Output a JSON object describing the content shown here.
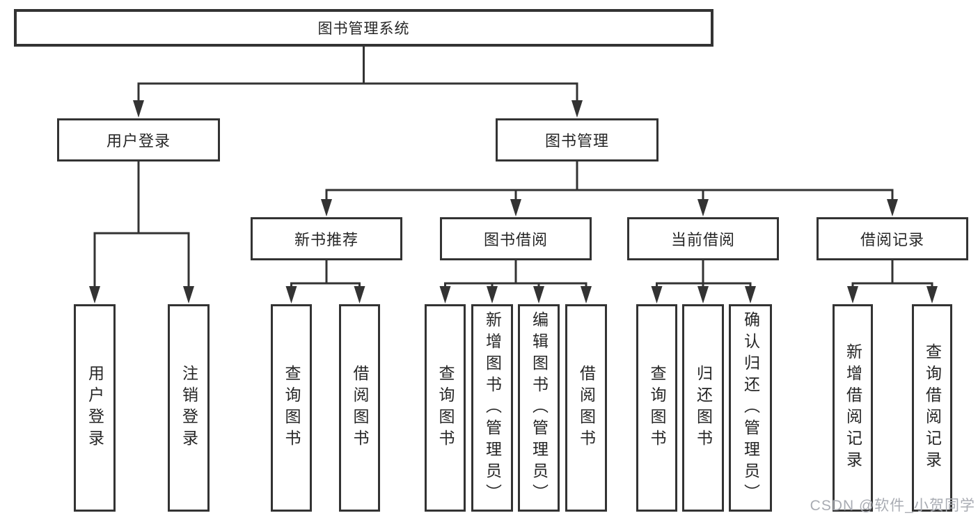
{
  "diagram": {
    "root": {
      "label": "图书管理系统"
    },
    "level2": {
      "user_login": {
        "label": "用户登录"
      },
      "book_management": {
        "label": "图书管理"
      }
    },
    "level3": {
      "new_book_recommend": {
        "label": "新书推荐"
      },
      "book_borrow": {
        "label": "图书借阅"
      },
      "current_borrow": {
        "label": "当前借阅"
      },
      "borrow_records": {
        "label": "借阅记录"
      }
    },
    "leaves": {
      "user_login": {
        "label": "用户登录"
      },
      "logout": {
        "label": "注销登录"
      },
      "query_books_recommend": {
        "label": "查询图书"
      },
      "borrow_books_recommend": {
        "label": "借阅图书"
      },
      "query_books_borrow": {
        "label": "查询图书"
      },
      "add_books_admin": {
        "label": "新增图书（管理员）"
      },
      "edit_books_admin": {
        "label": "编辑图书（管理员）"
      },
      "borrow_books": {
        "label": "借阅图书"
      },
      "query_books_current": {
        "label": "查询图书"
      },
      "return_books": {
        "label": "归还图书"
      },
      "confirm_return_admin": {
        "label": "确认归还（管理员）"
      },
      "add_borrow_record": {
        "label": "新增借阅记录"
      },
      "query_borrow_record": {
        "label": "查询借阅记录"
      }
    }
  },
  "watermark": {
    "text": "CSDN @软件_小贺同学"
  },
  "colors": {
    "line": "#333333",
    "box_border": "#333333",
    "text": "#262626",
    "watermark": "#a9acb3",
    "background": "#ffffff"
  }
}
